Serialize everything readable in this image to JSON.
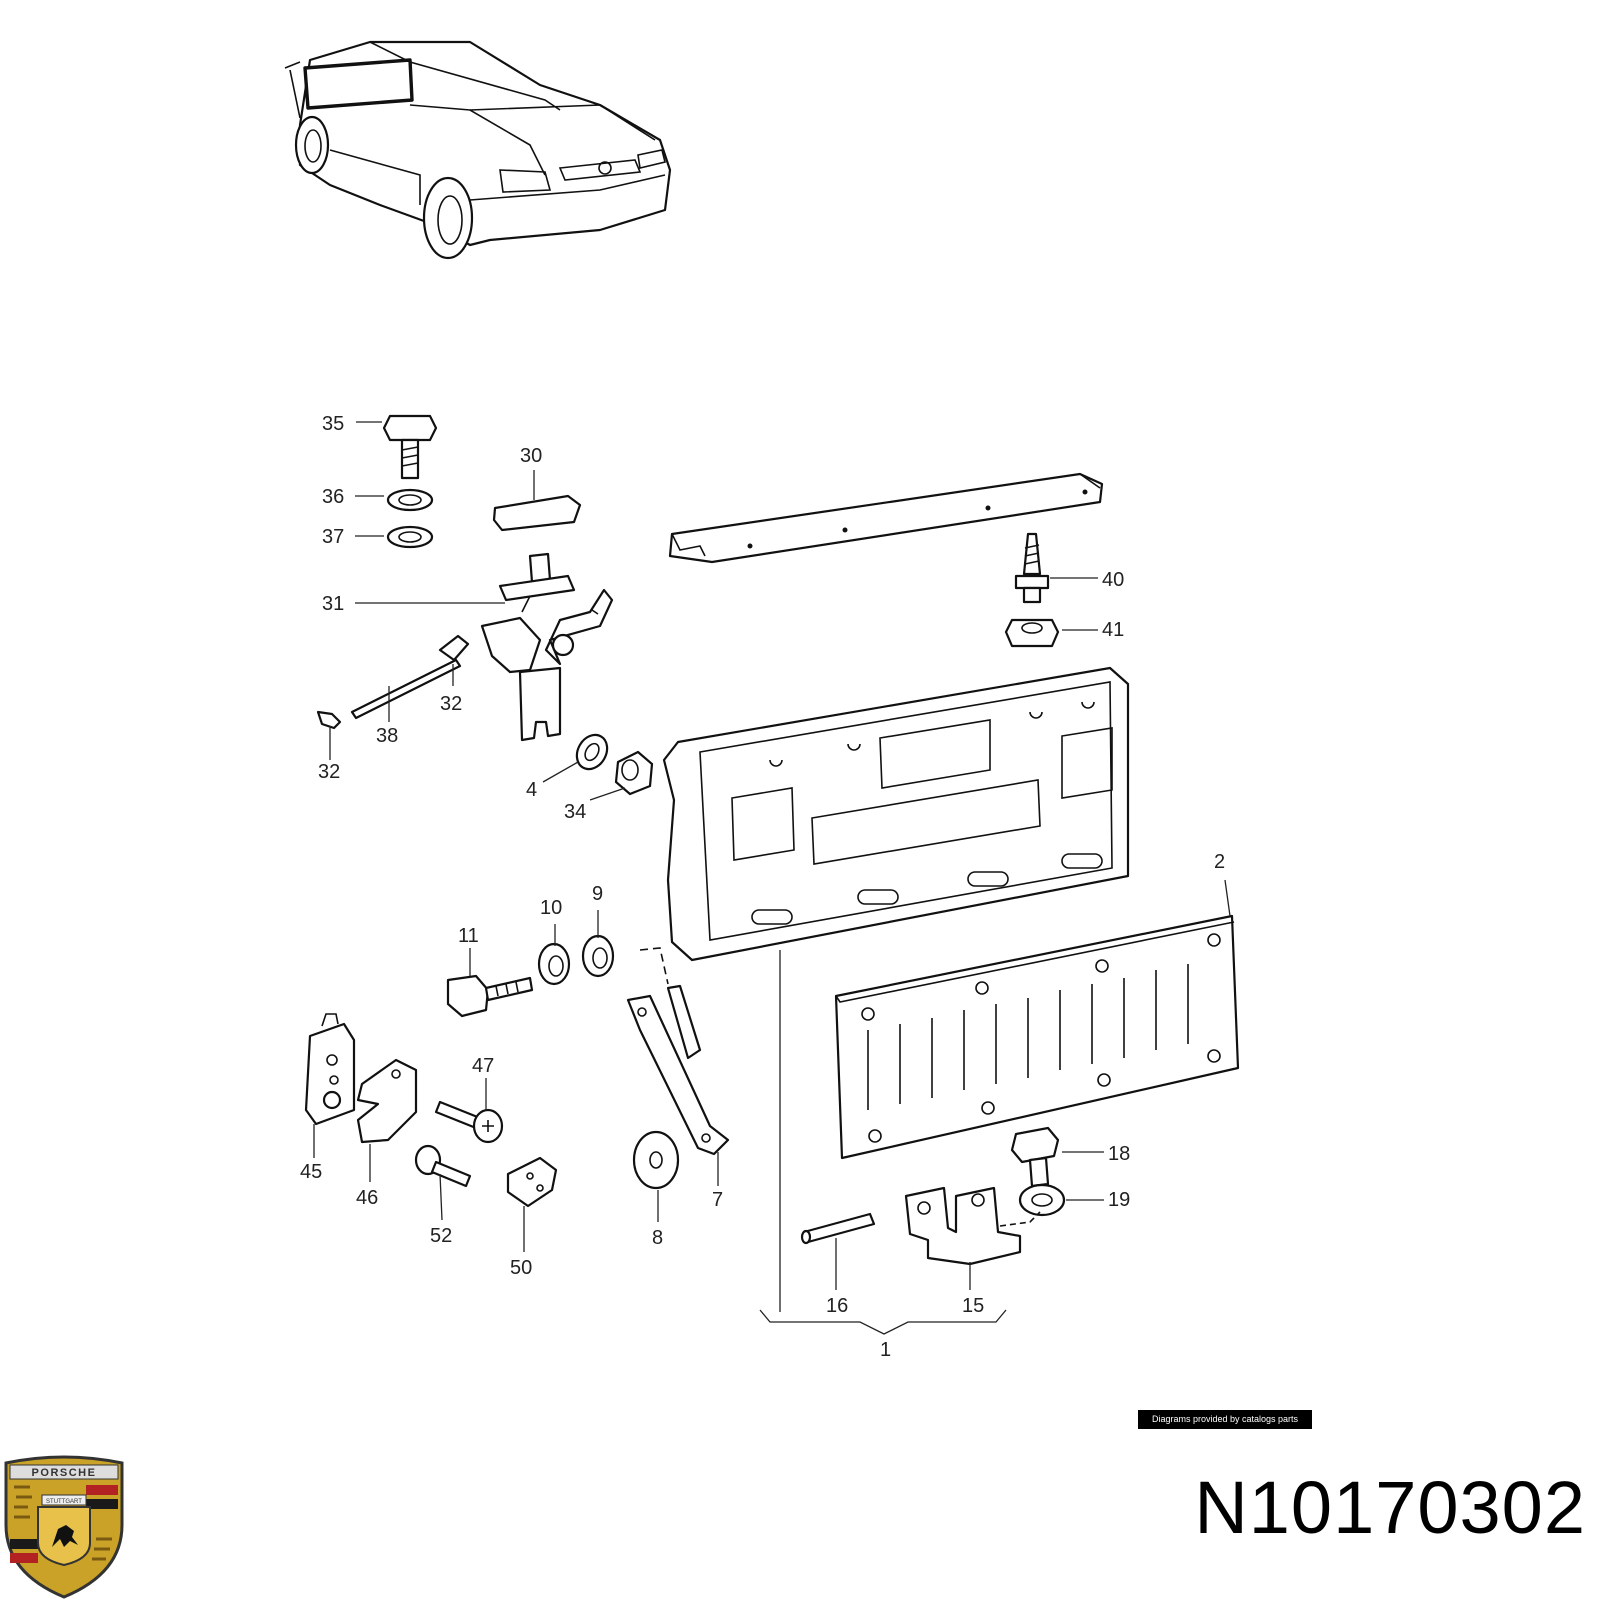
{
  "callouts": [
    {
      "id": "35",
      "text": "35"
    },
    {
      "id": "30",
      "text": "30"
    },
    {
      "id": "36",
      "text": "36"
    },
    {
      "id": "37",
      "text": "37"
    },
    {
      "id": "31",
      "text": "31"
    },
    {
      "id": "32a",
      "text": "32"
    },
    {
      "id": "38",
      "text": "38"
    },
    {
      "id": "32b",
      "text": "32"
    },
    {
      "id": "4",
      "text": "4"
    },
    {
      "id": "34",
      "text": "34"
    },
    {
      "id": "40",
      "text": "40"
    },
    {
      "id": "41",
      "text": "41"
    },
    {
      "id": "2",
      "text": "2"
    },
    {
      "id": "11",
      "text": "11"
    },
    {
      "id": "10",
      "text": "10"
    },
    {
      "id": "9",
      "text": "9"
    },
    {
      "id": "47",
      "text": "47"
    },
    {
      "id": "45",
      "text": "45"
    },
    {
      "id": "46",
      "text": "46"
    },
    {
      "id": "52",
      "text": "52"
    },
    {
      "id": "50",
      "text": "50"
    },
    {
      "id": "8",
      "text": "8"
    },
    {
      "id": "7",
      "text": "7"
    },
    {
      "id": "18",
      "text": "18"
    },
    {
      "id": "19",
      "text": "19"
    },
    {
      "id": "16",
      "text": "16"
    },
    {
      "id": "15",
      "text": "15"
    },
    {
      "id": "1",
      "text": "1"
    }
  ],
  "credit": "Diagrams provided by catalogs parts",
  "part_number": "N10170302",
  "logo": {
    "name": "porsche-crest-logo",
    "wordmark": "PORSCHE",
    "city": "STUTTGART"
  }
}
